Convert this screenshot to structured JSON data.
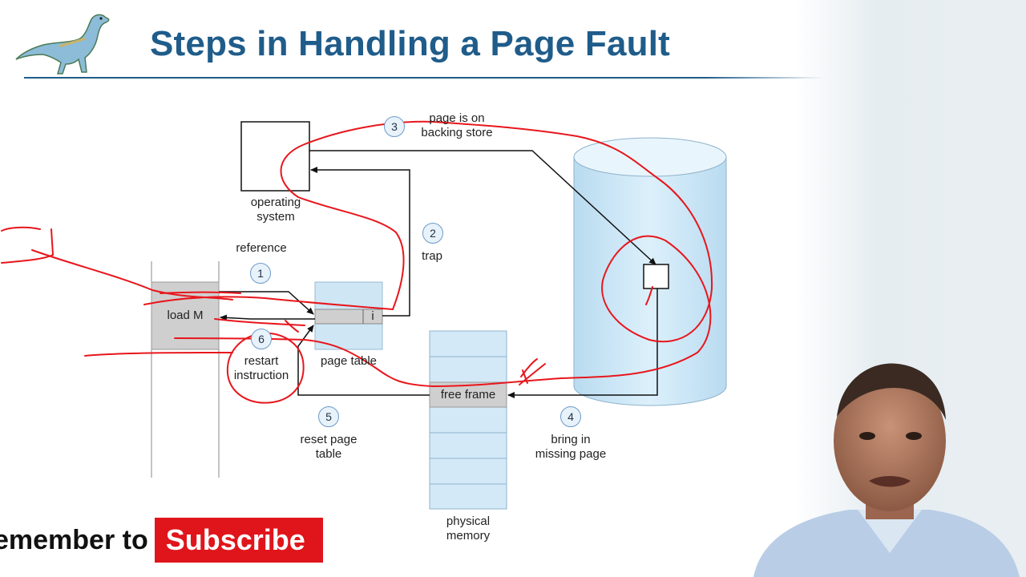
{
  "slide": {
    "title": "Steps in Handling a Page Fault"
  },
  "diagram": {
    "labels": {
      "operating_system": "operating\nsystem",
      "reference": "reference",
      "trap": "trap",
      "page_on_backing_store": "page is on\nbacking store",
      "load_m": "load M",
      "page_table": "page table",
      "invalid_bit": "i",
      "restart_instruction": "restart\ninstruction",
      "reset_page_table": "reset page\ntable",
      "free_frame": "free frame",
      "bring_in_missing_page": "bring in\nmissing page",
      "physical_memory": "physical\nmemory"
    },
    "steps": [
      "1",
      "2",
      "3",
      "4",
      "5",
      "6"
    ]
  },
  "overlay": {
    "subscribe_text": "emember to",
    "subscribe_button": "Subscribe"
  },
  "colors": {
    "title": "#1f5c8a",
    "annotation": "#e8161c",
    "disk": "#cfe6f5",
    "memory": "#d3e9f8",
    "subscribe": "#e0151b"
  }
}
